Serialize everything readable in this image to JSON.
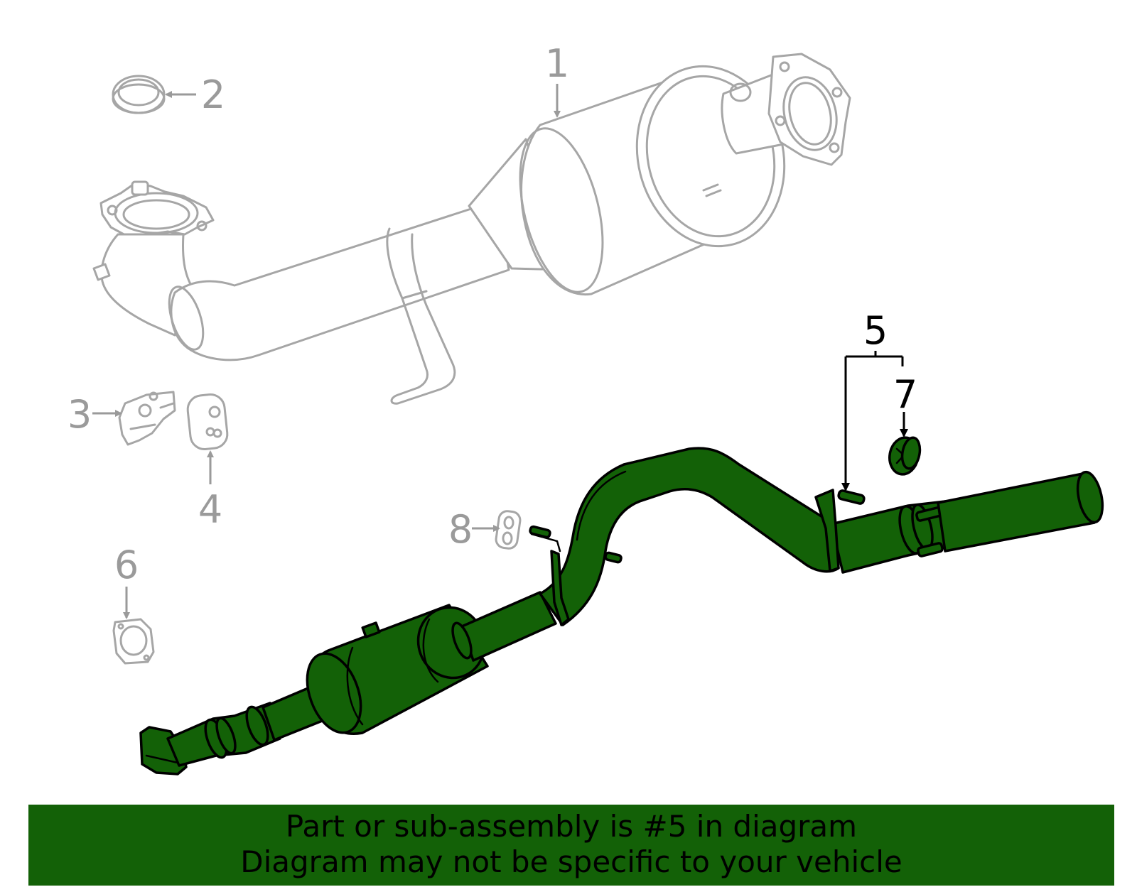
{
  "colors": {
    "highlight": "#136107",
    "ghost": "#a6a6a6",
    "label_gray": "#9a9a9a",
    "outline": "#000000",
    "background": "#ffffff"
  },
  "callouts": {
    "c1": "1",
    "c2": "2",
    "c3": "3",
    "c4": "4",
    "c5": "5",
    "c6": "6",
    "c7": "7",
    "c8": "8"
  },
  "highlighted_part": "5",
  "banner": {
    "line1": "Part or sub-assembly is #5 in diagram",
    "line2": "Diagram may not be specific to your vehicle"
  }
}
